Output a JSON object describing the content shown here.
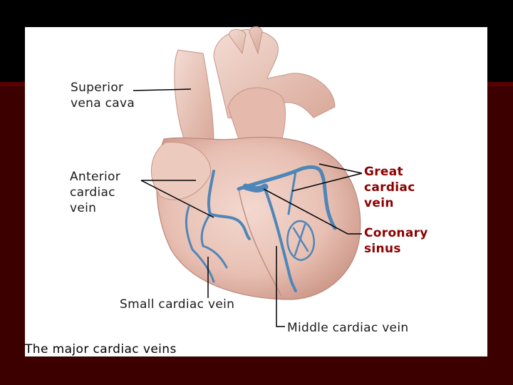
{
  "figure": {
    "caption": "The major cardiac veins",
    "labels": {
      "superior_vena_cava": "Superior\nvena cava",
      "anterior_cardiac_vein": "Anterior\ncardiac\nvein",
      "great_cardiac_vein": "Great\ncardiac\nvein",
      "coronary_sinus": "Coronary\nsinus",
      "small_cardiac_vein": "Small cardiac vein",
      "middle_cardiac_vein": "Middle cardiac vein"
    }
  },
  "colors": {
    "slide_background": "#000000",
    "slide_band": "#3d0000",
    "heart_tissue": "#e9c4b8",
    "vein_blue": "#4f86b8",
    "accent_label": "#8b0000"
  }
}
